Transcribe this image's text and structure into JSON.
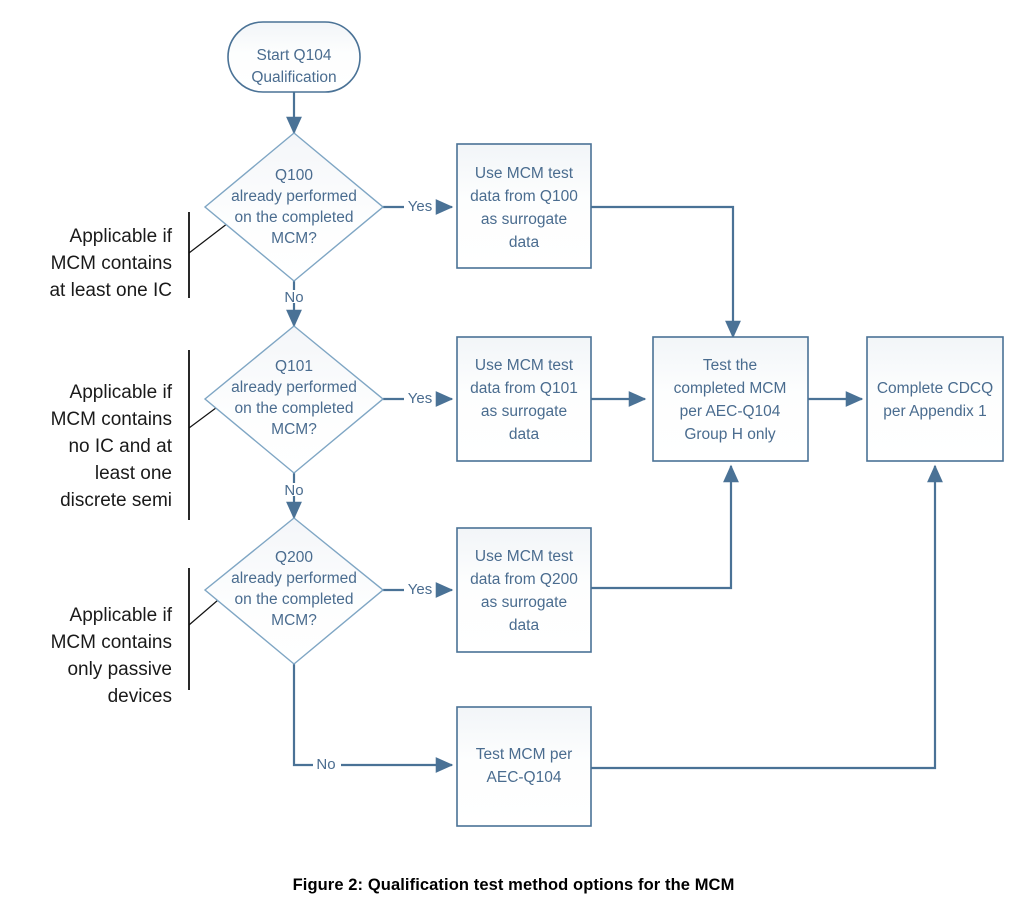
{
  "figure": {
    "caption": "Figure 2:  Qualification test method options for the MCM",
    "colors": {
      "connector": "#4a7296",
      "node_text": "#4a6c8f",
      "shape_border": "#4a7296",
      "diamond_border": "#7fa6c4",
      "shape_fill": "#fcfdfe",
      "note_text": "#1a1a1a",
      "background": "#ffffff"
    }
  },
  "nodes": {
    "start": {
      "type": "terminator",
      "line1": "Start Q104",
      "line2": "Qualification"
    },
    "decision_q100": {
      "type": "decision",
      "line1": "Q100",
      "line2": "already performed",
      "line3": "on the completed",
      "line4": "MCM?"
    },
    "decision_q101": {
      "type": "decision",
      "line1": "Q101",
      "line2": "already performed",
      "line3": "on the completed",
      "line4": "MCM?"
    },
    "decision_q200": {
      "type": "decision",
      "line1": "Q200",
      "line2": "already performed",
      "line3": "on the completed",
      "line4": "MCM?"
    },
    "surrogate_q100": {
      "type": "process",
      "line1": "Use MCM test",
      "line2": "data from Q100",
      "line3": "as surrogate",
      "line4": "data"
    },
    "surrogate_q101": {
      "type": "process",
      "line1": "Use MCM test",
      "line2": "data from Q101",
      "line3": "as surrogate",
      "line4": "data"
    },
    "surrogate_q200": {
      "type": "process",
      "line1": "Use MCM test",
      "line2": "data from Q200",
      "line3": "as surrogate",
      "line4": "data"
    },
    "test_group_h": {
      "type": "process",
      "line1": "Test the",
      "line2": "completed MCM",
      "line3": "per AEC-Q104",
      "line4": "Group H only"
    },
    "complete_cdcq": {
      "type": "process",
      "line1": "Complete CDCQ",
      "line2": "per Appendix 1"
    },
    "test_mcm_full": {
      "type": "process",
      "line1": "Test MCM per",
      "line2": "AEC-Q104"
    }
  },
  "edge_labels": {
    "q100_yes": "Yes",
    "q100_no": "No",
    "q101_yes": "Yes",
    "q101_no": "No",
    "q200_yes": "Yes",
    "q200_no": "No"
  },
  "side_notes": [
    {
      "id": "note-ic",
      "lines": [
        "Applicable if",
        "MCM contains",
        "at least one IC"
      ]
    },
    {
      "id": "note-discrete",
      "lines": [
        "Applicable if",
        "MCM contains",
        "no IC and at",
        "least one",
        "discrete semi"
      ]
    },
    {
      "id": "note-passive",
      "lines": [
        "Applicable if",
        "MCM contains",
        "only passive",
        "devices"
      ]
    }
  ]
}
